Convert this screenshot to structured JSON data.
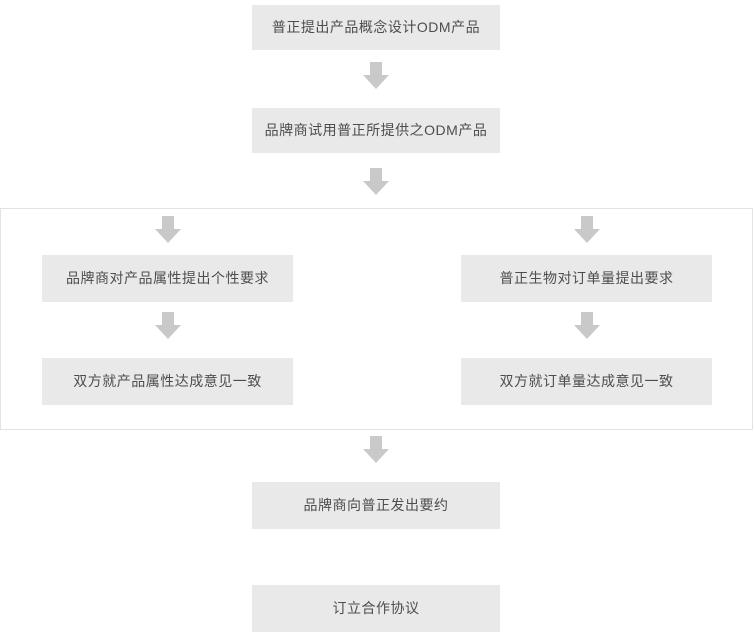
{
  "flowchart": {
    "main_steps": {
      "concept": "普正提出产品概念设计ODM产品",
      "trial": "品牌商试用普正所提供之ODM产品",
      "offer": "品牌商向普正发出要约",
      "agreement": "订立合作协议"
    },
    "negotiation_group": {
      "left": {
        "requirement": "品牌商对产品属性提出个性要求",
        "consensus": "双方就产品属性达成意见一致"
      },
      "right": {
        "requirement": "普正生物对订单量提出要求",
        "consensus": "双方就订单量达成意见一致"
      }
    },
    "colors": {
      "page_background": "#ffffff",
      "node_background": "#e9e9e9",
      "node_text": "#4d4d4d",
      "arrow": "#c9c9c9",
      "group_border": "#e3e3e3"
    }
  }
}
